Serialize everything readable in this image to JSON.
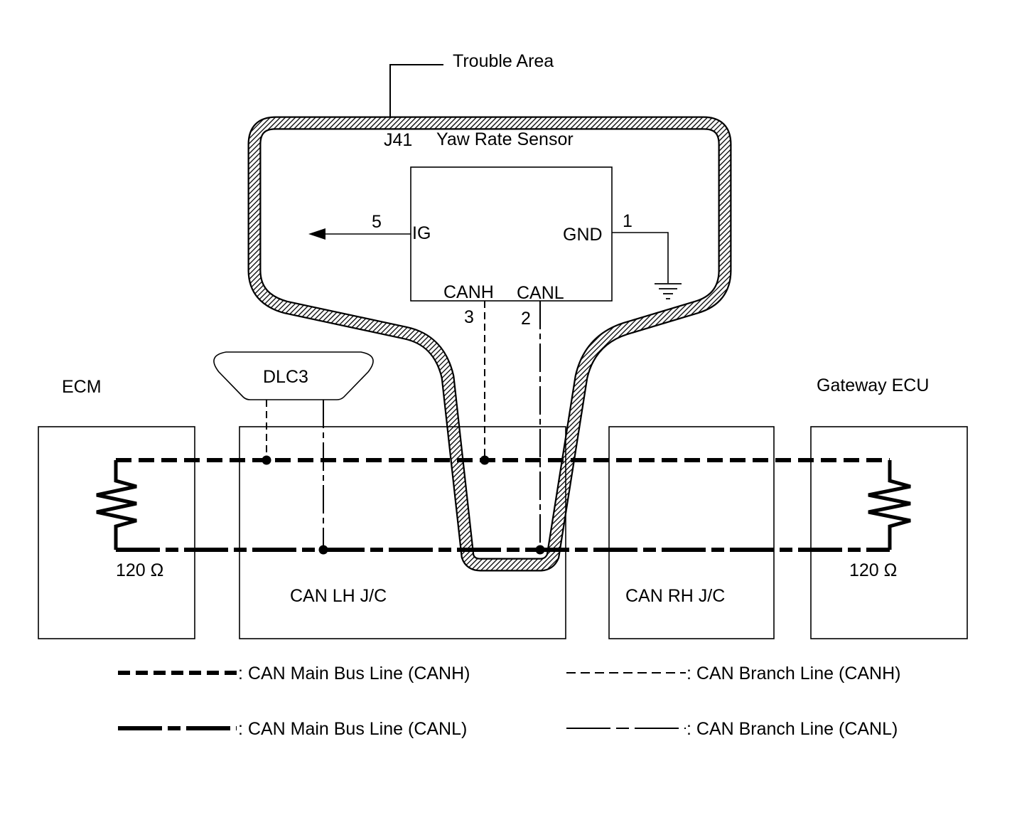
{
  "trouble_area_label": "Trouble Area",
  "sensor": {
    "connector": "J41",
    "name": "Yaw Rate Sensor",
    "pins": {
      "ig_number": "5",
      "ig_label": "IG",
      "gnd_number": "1",
      "gnd_label": "GND",
      "canh_number": "3",
      "canh_label": "CANH",
      "canl_number": "2",
      "canl_label": "CANL"
    }
  },
  "dlc3_label": "DLC3",
  "ecm": {
    "label": "ECM",
    "resistor": "120 Ω"
  },
  "gateway": {
    "label": "Gateway ECU",
    "resistor": "120 Ω"
  },
  "junctions": {
    "lh": "CAN LH J/C",
    "rh": "CAN RH J/C"
  },
  "legend": {
    "main_canh": ": CAN Main Bus Line (CANH)",
    "main_canl": ": CAN Main Bus Line (CANL)",
    "branch_canh": ": CAN Branch Line (CANH)",
    "branch_canl": ": CAN Branch Line (CANL)"
  },
  "colors": {
    "ink": "#000000",
    "background": "#ffffff"
  }
}
